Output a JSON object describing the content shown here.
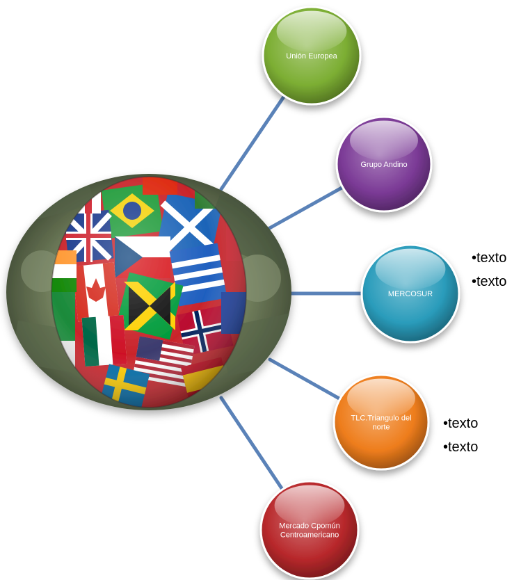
{
  "diagram": {
    "center": {
      "icon": "flags-globe-icon",
      "colors": {
        "money_green": "#6f7f5a",
        "money_dark": "#3b4630"
      }
    },
    "connector_color": "#5a82b8",
    "nodes": [
      {
        "id": "union-europea",
        "lines": [
          "Unión Europea"
        ],
        "color": "#7cae33",
        "bullets": []
      },
      {
        "id": "grupo-andino",
        "lines": [
          "Grupo Andino"
        ],
        "color": "#7b3a96",
        "bullets": []
      },
      {
        "id": "mercosur",
        "lines": [
          "MERCOSUR"
        ],
        "color": "#2a9cbb",
        "bullets": [
          "•texto",
          "•texto"
        ]
      },
      {
        "id": "tlc-triangulo",
        "lines": [
          "TLC.Triangulo del",
          "norte"
        ],
        "color": "#ee7d1c",
        "bullets": [
          "•texto",
          "•texto"
        ]
      },
      {
        "id": "mercado-comun",
        "lines": [
          "Mercado Cpomún",
          "Centroamericano"
        ],
        "color": "#b8282b",
        "bullets": []
      }
    ]
  }
}
